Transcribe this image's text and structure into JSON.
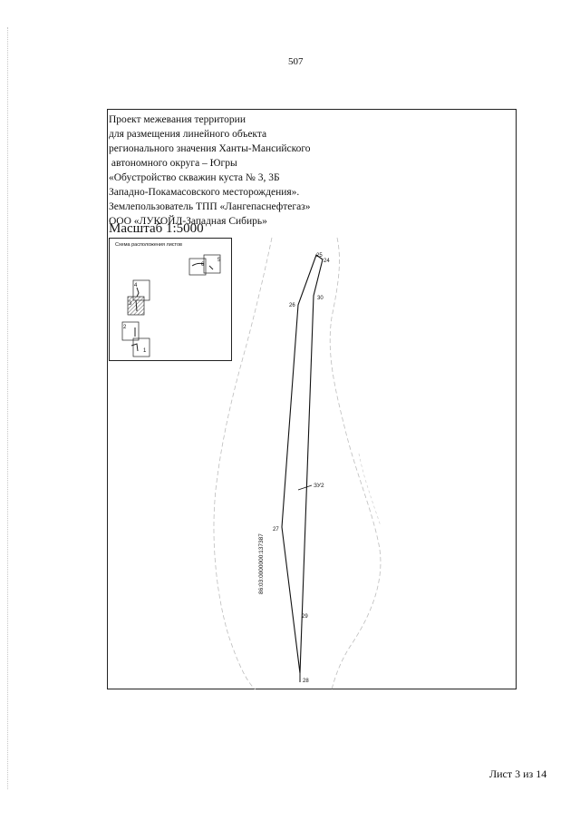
{
  "page": {
    "number": "507",
    "sheet_label": "Лист 3 из 14"
  },
  "title_block": {
    "lines": [
      "Проект межевания территории",
      "для размещения линейного объекта",
      "регионального значения Ханты-Мансийского",
      " автономного округа – Югры",
      "«Обустройство скважин куста № 3, 3Б",
      "Западно-Покамасовского месторождения».",
      "Землепользователь ТПП «Лангепаснефтегаз»",
      "ООО «ЛУКОЙЛ-Западная Сибирь»"
    ],
    "scale": "Масштаб 1:5000"
  },
  "inset": {
    "title": "Схема расположения листов",
    "sheets": [
      "1",
      "2",
      "3",
      "4",
      "5",
      "6"
    ],
    "current_sheet": "3"
  },
  "map": {
    "parcel_label": "ЗУ2",
    "cadastral_label": "86:03:0000000:137387",
    "points": [
      "24",
      "25",
      "26",
      "27",
      "28",
      "29",
      "30"
    ]
  }
}
